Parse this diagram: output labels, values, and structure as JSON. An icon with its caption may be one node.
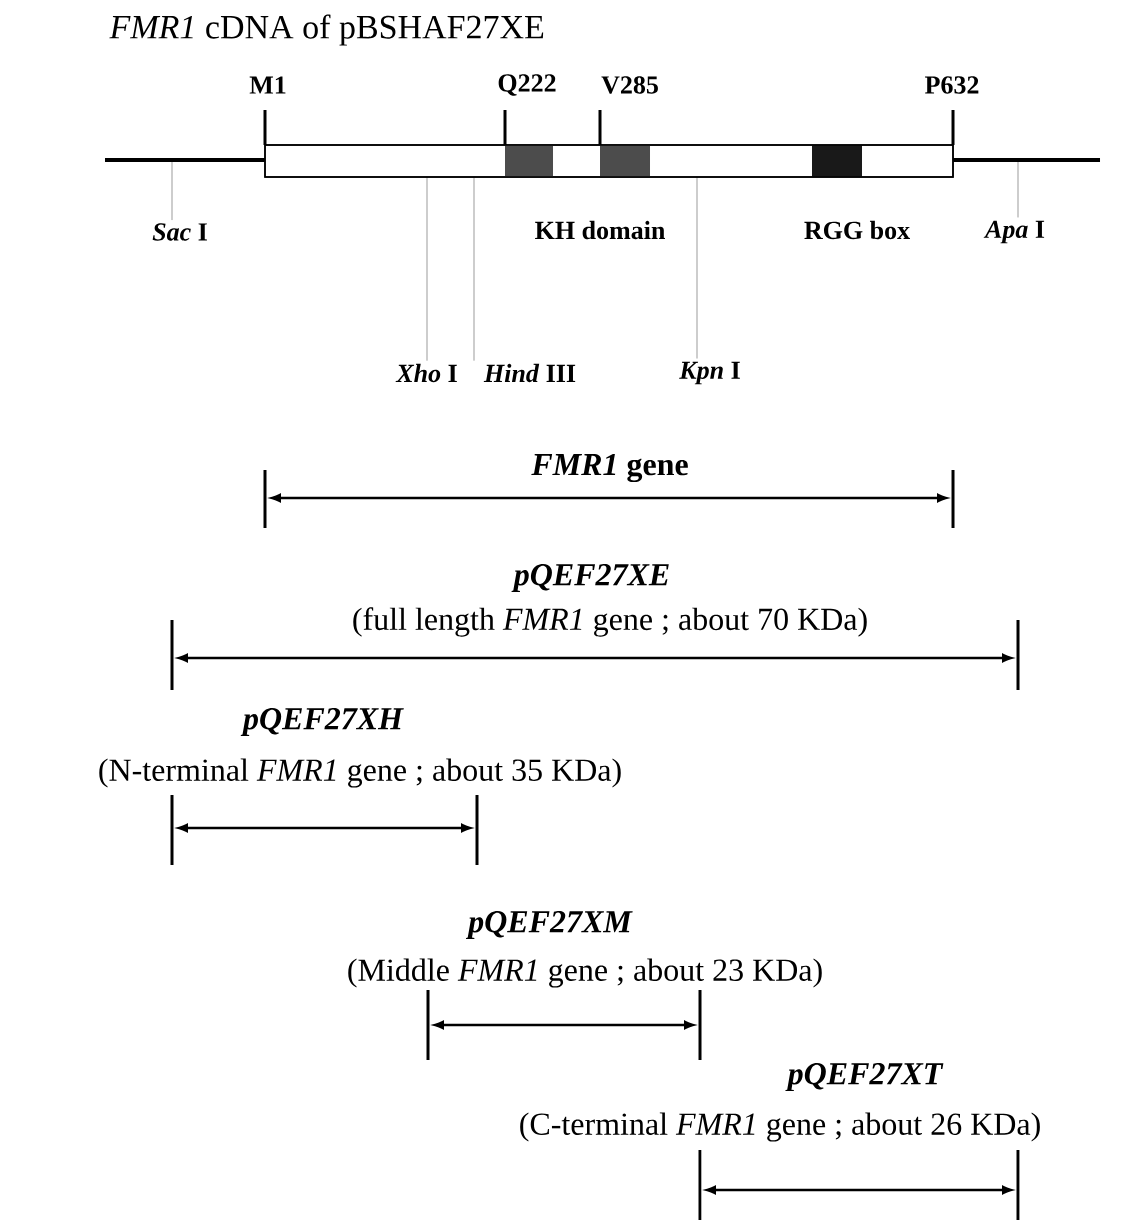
{
  "diagram": {
    "title": "*FMR1* cDNA of pBSHAF27XE",
    "nodes": [
      {
        "text": [],
        "shape": "bar"
      },
      {
        "text": [
          "*Sac* I"
        ]
      },
      {
        "text": [
          "*Xho* I"
        ]
      },
      {
        "text": [
          "*Hind* III"
        ]
      },
      {
        "text": [
          "*Kpn* I"
        ]
      },
      {
        "text": [
          "*Apa* I"
        ]
      }
    ],
    "edges": [
      {
        "from": 1,
        "to": 0,
        "arrow": "none"
      },
      {
        "from": 2,
        "to": 0,
        "arrow": "none"
      },
      {
        "from": 3,
        "to": 0,
        "arrow": "none"
      },
      {
        "from": 4,
        "to": 0,
        "arrow": "none"
      },
      {
        "from": 5,
        "to": 0,
        "arrow": "none"
      }
    ],
    "labels": [
      "M1",
      "Q222",
      "V285",
      "P632",
      "KH domain",
      "RGG box",
      "*FMR1* gene",
      "pQEF27XE",
      "(full length *FMR1* gene ; about 70 KDa)",
      "pQEF27XH",
      "(N-terminal *FMR1* gene ; about 35 KDa)",
      "pQEF27XM",
      "(Middle *FMR1* gene ; about 23 KDa)",
      "pQEF27XT",
      "(C-terminal *FMR1* gene ; about 26 KDa)"
    ]
  }
}
